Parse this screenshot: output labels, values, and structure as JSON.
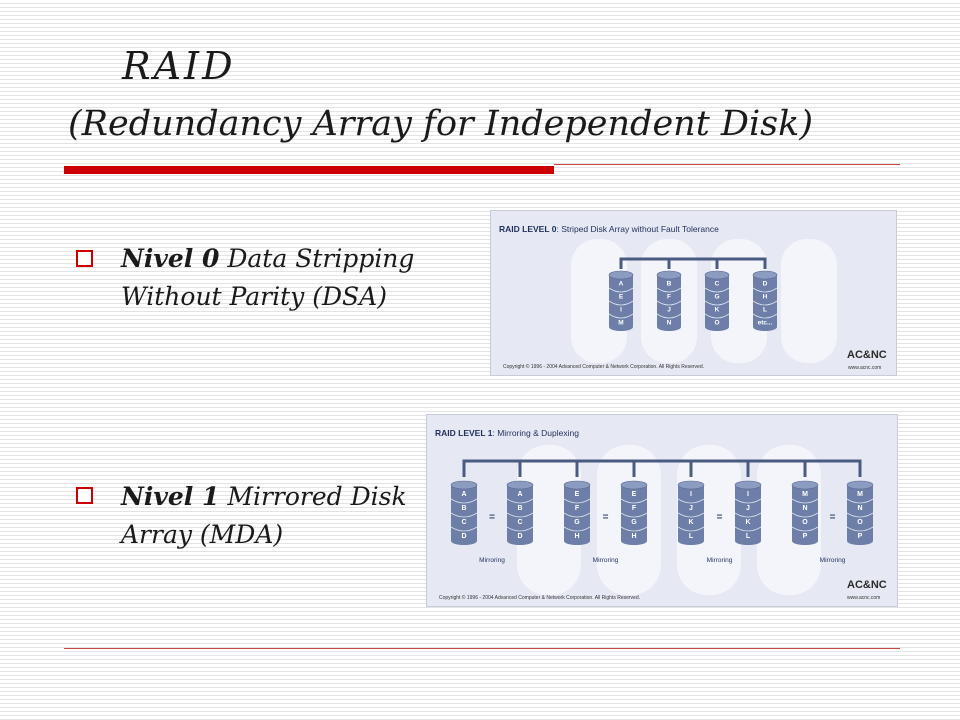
{
  "title": {
    "line1": "RAID",
    "line2": "(Redundancy Array for Independent Disk)"
  },
  "bullets": [
    {
      "label": "Nivel 0",
      "text_line1": "Data Stripping",
      "text_line2": "Without Parity (DSA)"
    },
    {
      "label": "Nivel 1",
      "text_line1": "Mirrored Disk",
      "text_line2": "Array (MDA)"
    }
  ],
  "raid0": {
    "heading_bold": "RAID LEVEL 0",
    "heading_rest": ": Striped Disk Array without Fault Tolerance",
    "disks": [
      [
        "A",
        "E",
        "I",
        "M"
      ],
      [
        "B",
        "F",
        "J",
        "N"
      ],
      [
        "C",
        "G",
        "K",
        "O"
      ],
      [
        "D",
        "H",
        "L",
        "etc..."
      ]
    ],
    "copyright": "Copyright © 1996 - 2004 Advanced Computer & Network Corporation. All Rights Reserved.",
    "logo": "AC&NC",
    "url": "www.acnc.com"
  },
  "raid1": {
    "heading_bold": "RAID LEVEL 1",
    "heading_rest": ": Mirroring & Duplexing",
    "disks": [
      [
        "A",
        "B",
        "C",
        "D"
      ],
      [
        "A",
        "B",
        "C",
        "D"
      ],
      [
        "E",
        "F",
        "G",
        "H"
      ],
      [
        "E",
        "F",
        "G",
        "H"
      ],
      [
        "I",
        "J",
        "K",
        "L"
      ],
      [
        "I",
        "J",
        "K",
        "L"
      ],
      [
        "M",
        "N",
        "O",
        "P"
      ],
      [
        "M",
        "N",
        "O",
        "P"
      ]
    ],
    "equals": "=",
    "mirroring_label": "Mirroring",
    "copyright": "Copyright © 1996 - 2004 Advanced Computer & Network Corporation. All Rights Reserved.",
    "logo": "AC&NC",
    "url": "www.acnc.com"
  },
  "colors": {
    "accent_red": "#cc0000",
    "disk_blue": "#6d7fa8",
    "panel_bg": "#e6e9f3",
    "bus_color": "#4a5a80"
  }
}
